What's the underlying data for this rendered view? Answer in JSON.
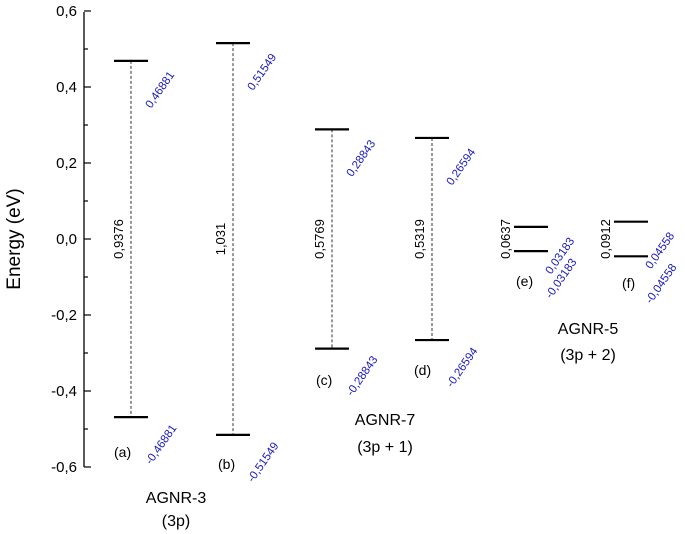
{
  "chart_data": {
    "type": "energy-level",
    "ylabel": "Energy (eV)",
    "ylim": [
      -0.6,
      0.6
    ],
    "yticks": [
      "-0,6",
      "-0,4",
      "-0,2",
      "0,0",
      "0,2",
      "0,4",
      "0,6"
    ],
    "value_color": "#1a1ab8",
    "levels": [
      {
        "label": "(a)",
        "upper": 0.46881,
        "lower": -0.46881,
        "upper_text": "0,46881",
        "lower_text": "-0,46881",
        "gap_text": "0,9376"
      },
      {
        "label": "(b)",
        "upper": 0.51549,
        "lower": -0.51549,
        "upper_text": "0,51549",
        "lower_text": "-0,51549",
        "gap_text": "1,031"
      },
      {
        "label": "(c)",
        "upper": 0.28843,
        "lower": -0.28843,
        "upper_text": "0,28843",
        "lower_text": "-0,28843",
        "gap_text": "0,5769"
      },
      {
        "label": "(d)",
        "upper": 0.26594,
        "lower": -0.26594,
        "upper_text": "0,26594",
        "lower_text": "-0,26594",
        "gap_text": "0,5319"
      },
      {
        "label": "(e)",
        "upper": 0.03183,
        "lower": -0.03183,
        "upper_text": "0,03183",
        "lower_text": "-0,03183",
        "gap_text": "0,0637"
      },
      {
        "label": "(f)",
        "upper": 0.04558,
        "lower": -0.04558,
        "upper_text": "0,04558",
        "lower_text": "-0,04558",
        "gap_text": "0,0912"
      }
    ],
    "groups": [
      {
        "name": "AGNR-3",
        "sub": "(3p)"
      },
      {
        "name": "AGNR-7",
        "sub": "(3p + 1)"
      },
      {
        "name": "AGNR-5",
        "sub": "(3p + 2)"
      }
    ]
  }
}
